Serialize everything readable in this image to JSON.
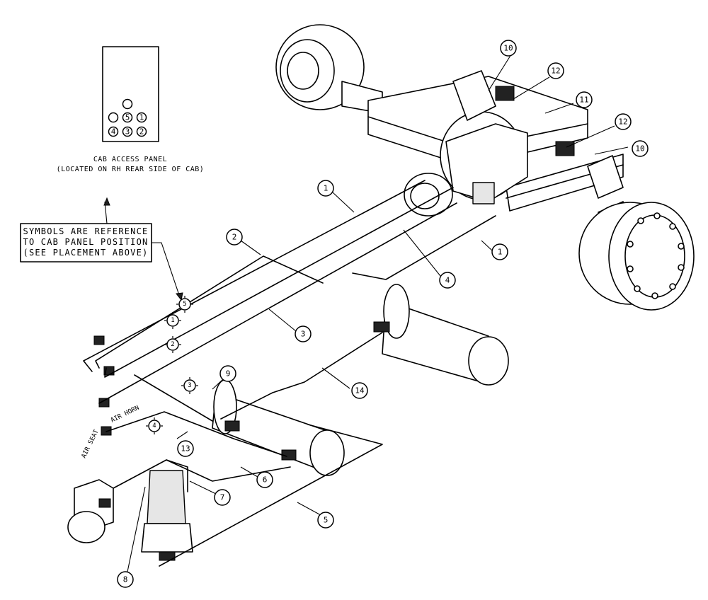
{
  "cab_panel": {
    "title": "CAB ACCESS PANEL",
    "subtitle": "(LOCATED ON RH REAR SIDE OF CAB)",
    "positions": [
      "5",
      "1",
      "4",
      "3",
      "2"
    ]
  },
  "note": {
    "line1": "SYMBOLS ARE REFERENCE",
    "line2": "TO CAB PANEL POSITION",
    "line3": "(SEE PLACEMENT ABOVE)"
  },
  "symbols": [
    "5",
    "1",
    "2",
    "3",
    "4"
  ],
  "valve_labels": {
    "air_horn": "AIR HORN",
    "air_seat": "AIR SEAT"
  },
  "callouts": [
    "1",
    "1",
    "2",
    "3",
    "4",
    "5",
    "6",
    "7",
    "8",
    "9",
    "10",
    "10",
    "11",
    "12",
    "12",
    "13",
    "14"
  ]
}
